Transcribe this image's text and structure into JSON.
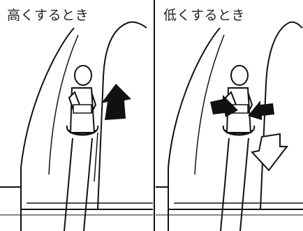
{
  "panels": [
    {
      "label": "高くするとき",
      "direction": "up"
    },
    {
      "label": "低くするとき",
      "direction": "down"
    }
  ]
}
